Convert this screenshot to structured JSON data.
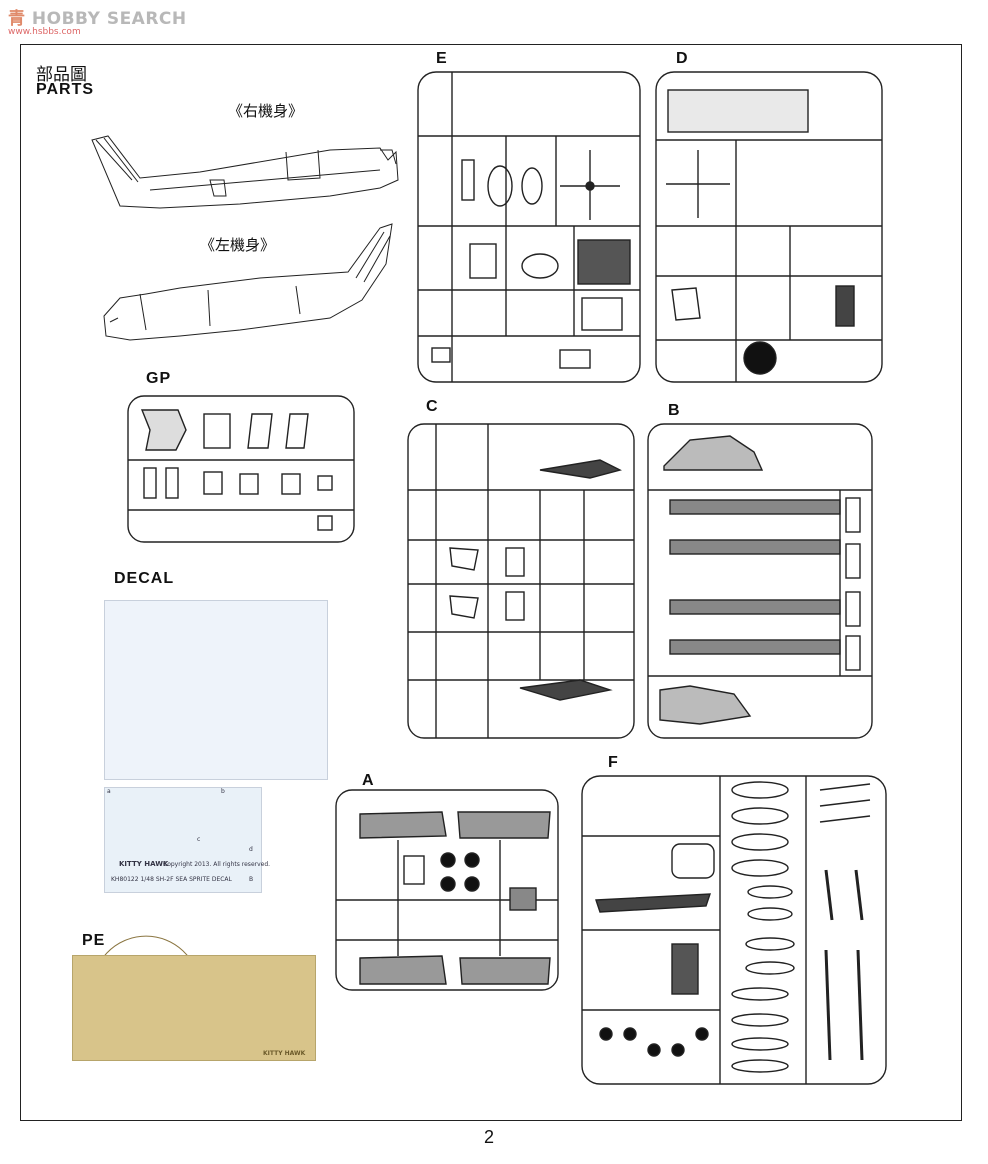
{
  "watermark": {
    "cn": "青",
    "mid": "HOBBY",
    "text": "SEARCH",
    "url": "www.hsbbs.com"
  },
  "heading": {
    "cn": "部品圖",
    "en": "PARTS"
  },
  "fuselage": {
    "right_label": "《右機身》",
    "left_label": "《左機身》"
  },
  "sprues": {
    "E": "E",
    "D": "D",
    "C": "C",
    "B": "B",
    "A": "A",
    "F": "F",
    "GP": "GP"
  },
  "decal": {
    "label": "DECAL",
    "brand": "KITTY HAWK",
    "copyright": "Copyright 2013. All rights reserved.",
    "product": "KH80122 1/48 SH-2F SEA SPRITE DECAL",
    "sheet_mark": "B",
    "markers": [
      "a",
      "b",
      "c",
      "d"
    ]
  },
  "pe": {
    "label": "PE",
    "brand": "KITTY HAWK"
  },
  "page_number": "2",
  "colors": {
    "decal_orange": "#e8892a",
    "decal_navy": "#2b3f86",
    "decal_red": "#c63a2c",
    "pe_gold": "#d8c48a"
  }
}
